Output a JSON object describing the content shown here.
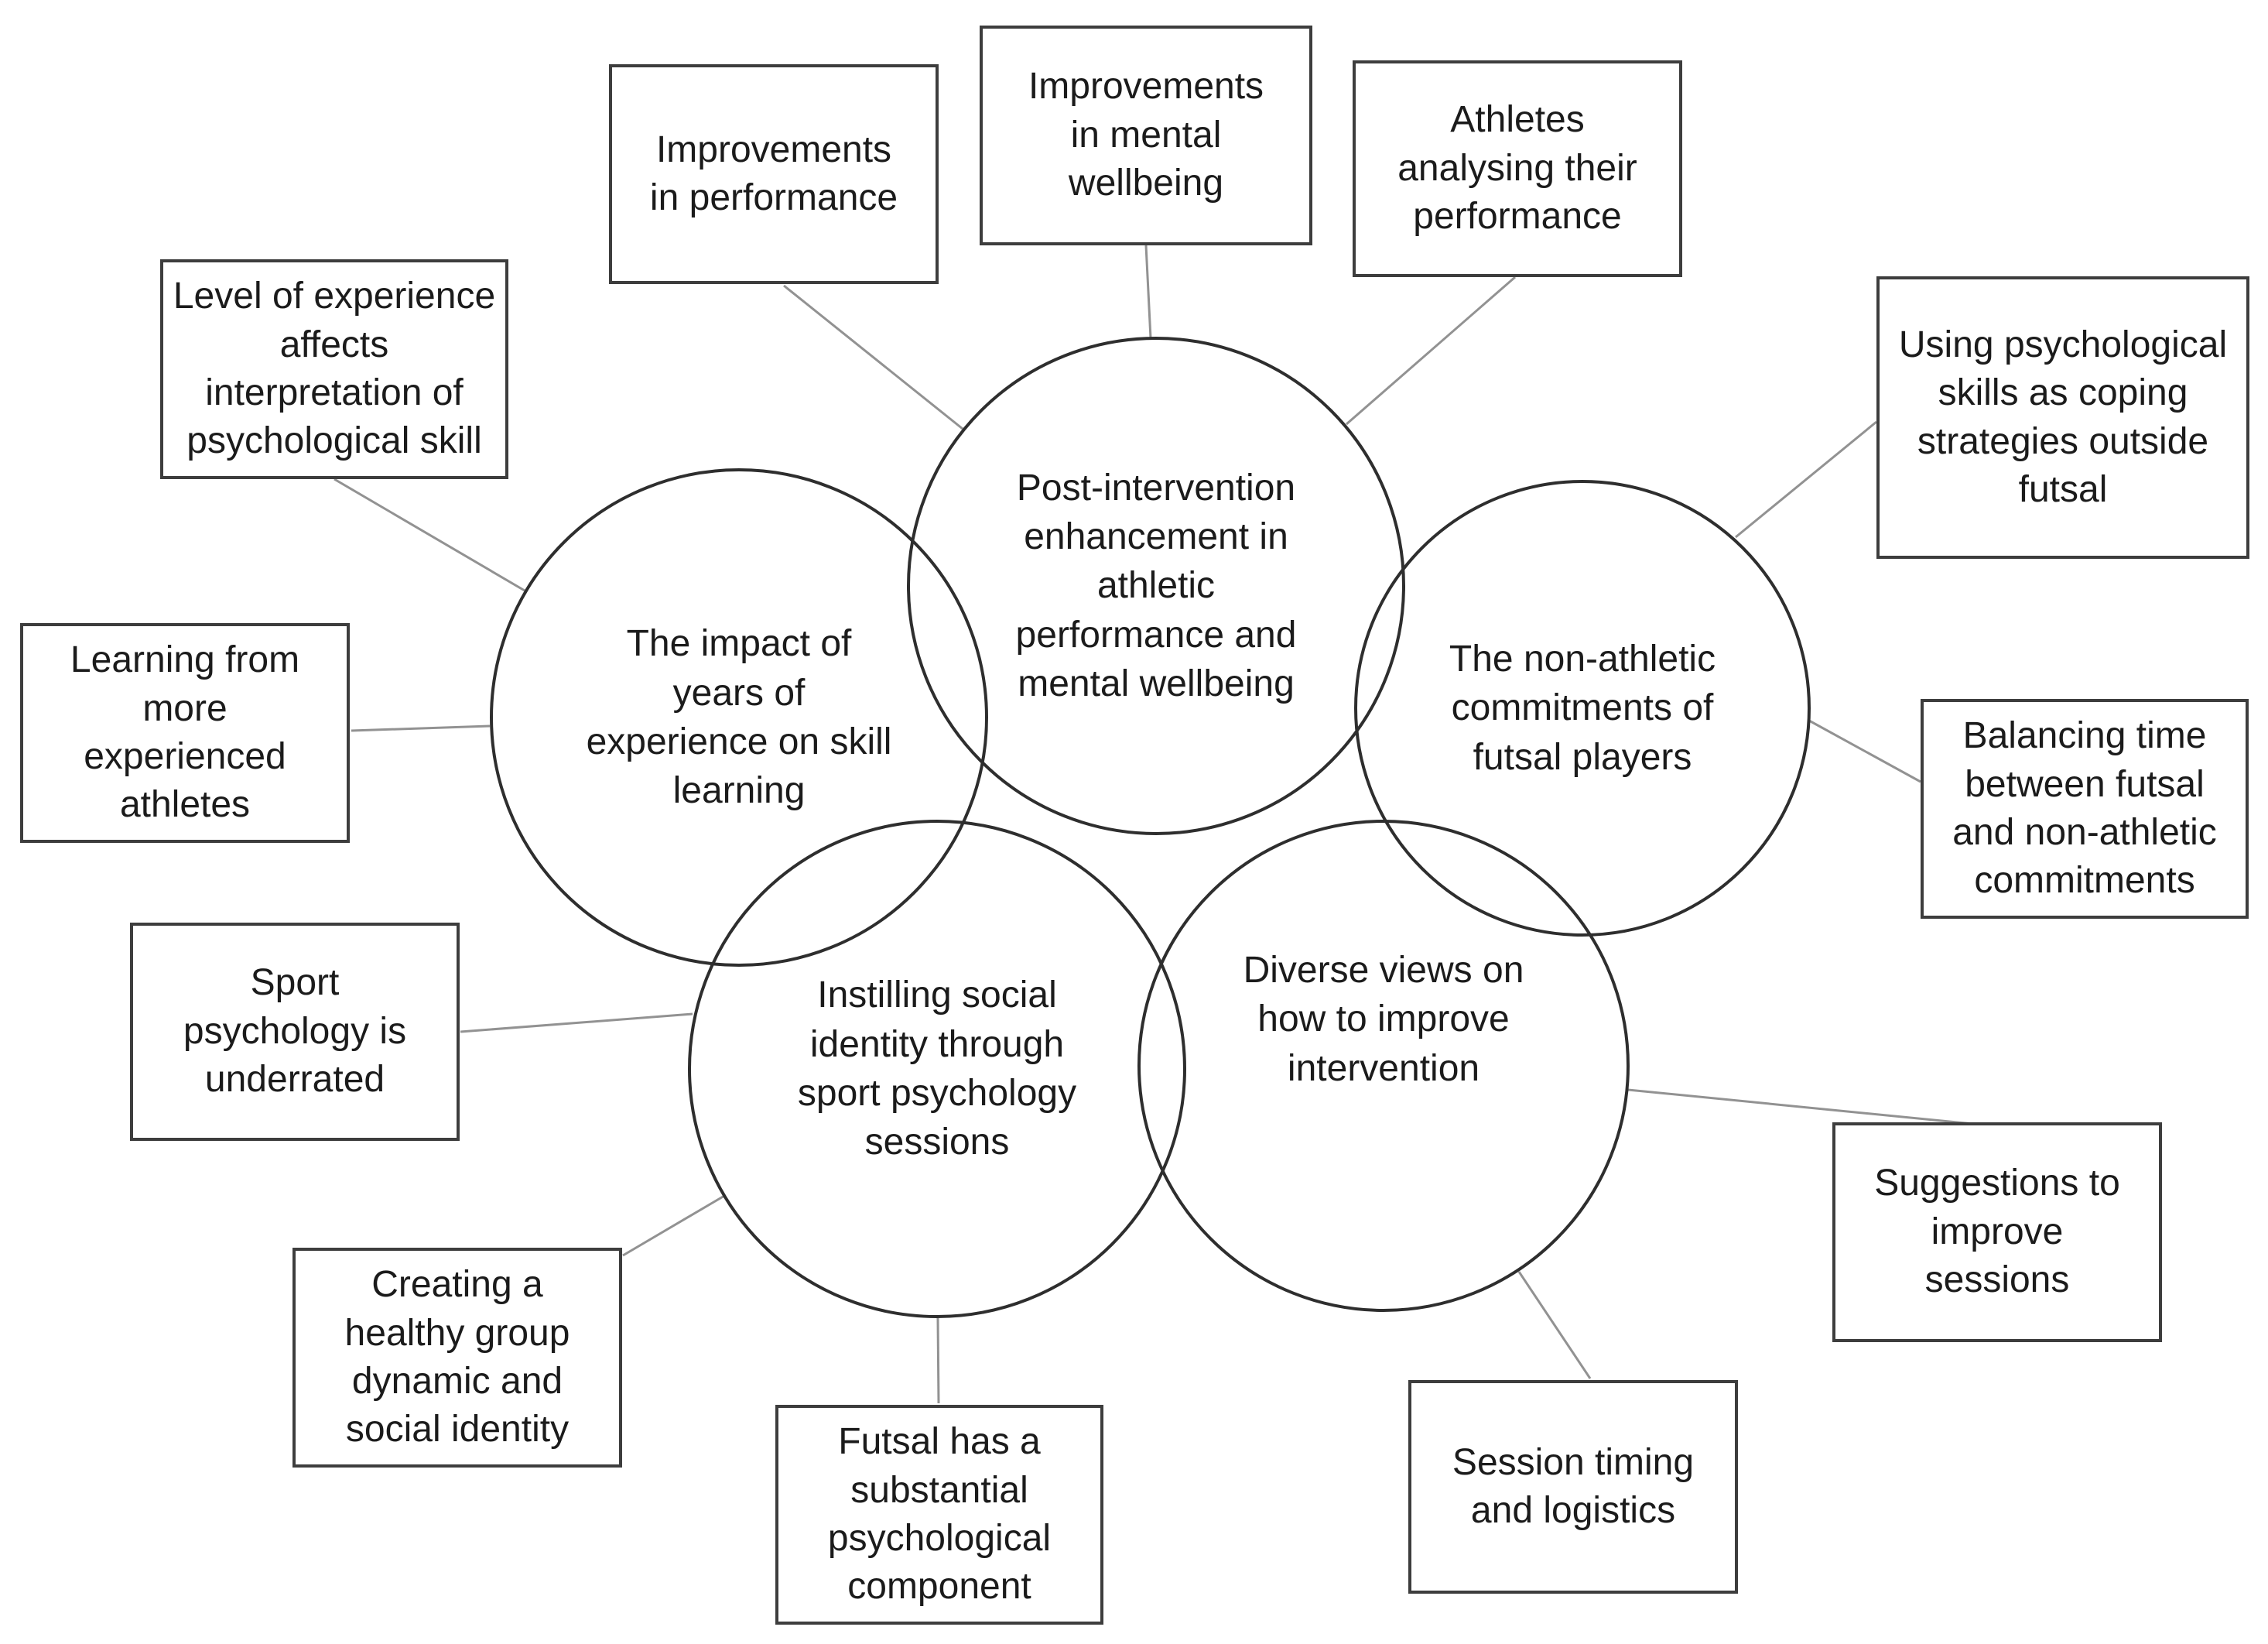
{
  "figure": {
    "type": "thematic-map",
    "background_color": "#ffffff",
    "circle_stroke_color": "#2e2e2e",
    "box_stroke_color": "#3d3d3d",
    "connector_color": "#929292",
    "text_color": "#1b1b1b"
  },
  "circles": [
    {
      "id": "impact-years-experience",
      "label": "The impact of years of experience on skill learning"
    },
    {
      "id": "post-intervention-enhancement",
      "label": "Post-intervention enhancement in athletic performance and mental wellbeing"
    },
    {
      "id": "non-athletic-commitments",
      "label": "The non-athletic commitments of futsal players"
    },
    {
      "id": "instilling-social-identity",
      "label": "Instilling social identity through sport psychology sessions"
    },
    {
      "id": "diverse-views-improve",
      "label": "Diverse views on how to improve intervention"
    }
  ],
  "boxes": [
    {
      "id": "improvements-performance",
      "label": "Improvements in performance"
    },
    {
      "id": "improvements-mental-wellbeing",
      "label": "Improvements in mental wellbeing"
    },
    {
      "id": "athletes-analysing-performance",
      "label": "Athletes analysing their performance"
    },
    {
      "id": "level-of-experience",
      "label": "Level of experience affects interpretation of psychological skill"
    },
    {
      "id": "using-psychological-skills",
      "label": "Using psychological skills as coping strategies outside futsal"
    },
    {
      "id": "learning-from-experienced",
      "label": "Learning from more experienced athletes"
    },
    {
      "id": "balancing-time",
      "label": "Balancing time between futsal and non-athletic commitments"
    },
    {
      "id": "sport-psychology-underrated",
      "label": "Sport psychology is underrated"
    },
    {
      "id": "suggestions-improve-sessions",
      "label": "Suggestions to improve sessions"
    },
    {
      "id": "creating-healthy-group",
      "label": "Creating a healthy group dynamic and social identity"
    },
    {
      "id": "futsal-psychological-component",
      "label": "Futsal has a substantial psychological component"
    },
    {
      "id": "session-timing-logistics",
      "label": "Session timing and logistics"
    }
  ],
  "connections": [
    {
      "from": "improvements-performance",
      "to": "post-intervention-enhancement"
    },
    {
      "from": "improvements-mental-wellbeing",
      "to": "post-intervention-enhancement"
    },
    {
      "from": "athletes-analysing-performance",
      "to": "post-intervention-enhancement"
    },
    {
      "from": "level-of-experience",
      "to": "impact-years-experience"
    },
    {
      "from": "learning-from-experienced",
      "to": "impact-years-experience"
    },
    {
      "from": "using-psychological-skills",
      "to": "non-athletic-commitments"
    },
    {
      "from": "balancing-time",
      "to": "non-athletic-commitments"
    },
    {
      "from": "sport-psychology-underrated",
      "to": "instilling-social-identity"
    },
    {
      "from": "creating-healthy-group",
      "to": "instilling-social-identity"
    },
    {
      "from": "futsal-psychological-component",
      "to": "instilling-social-identity"
    },
    {
      "from": "session-timing-logistics",
      "to": "diverse-views-improve"
    },
    {
      "from": "suggestions-improve-sessions",
      "to": "diverse-views-improve"
    }
  ]
}
